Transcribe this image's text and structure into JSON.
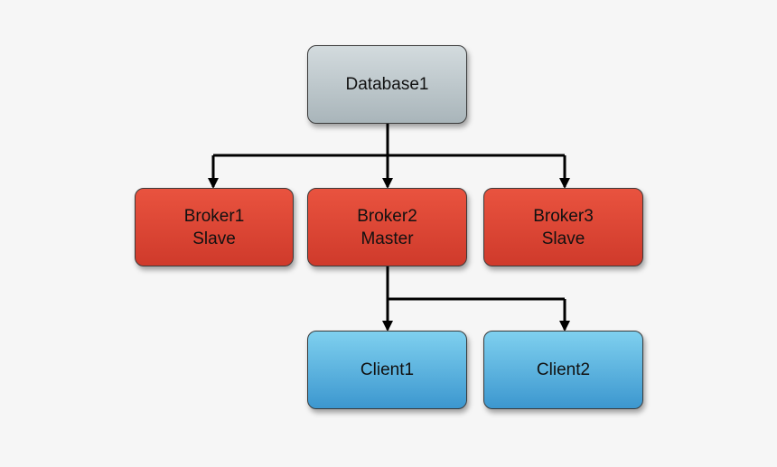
{
  "diagram": {
    "nodes": {
      "database1": {
        "line1": "Database1"
      },
      "broker1": {
        "line1": "Broker1",
        "line2": "Slave"
      },
      "broker2": {
        "line1": "Broker2",
        "line2": "Master"
      },
      "broker3": {
        "line1": "Broker3",
        "line2": "Slave"
      },
      "client1": {
        "line1": "Client1"
      },
      "client2": {
        "line1": "Client2"
      }
    },
    "edges": [
      {
        "from": "database1",
        "to": "broker1"
      },
      {
        "from": "database1",
        "to": "broker2"
      },
      {
        "from": "database1",
        "to": "broker3"
      },
      {
        "from": "broker2",
        "to": "client1"
      },
      {
        "from": "broker2",
        "to": "client2"
      }
    ],
    "colors": {
      "database_fill": "#bfc9cd",
      "broker_fill": "#dd4535",
      "client_fill": "#5bb6e2",
      "connector": "#000000",
      "background": "#f6f6f6"
    }
  }
}
